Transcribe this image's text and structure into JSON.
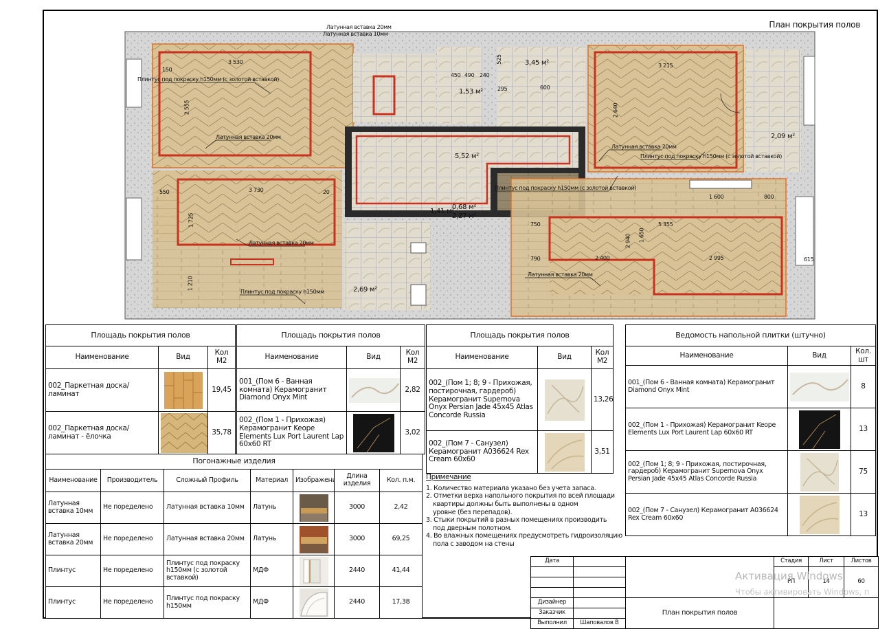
{
  "plan": {
    "title": "План покрытия полов",
    "areas": [
      "3,45 м²",
      "1,53 м²",
      "5,52 м²",
      "0,68 м²",
      "1,41 м²",
      "2,27 м²",
      "2,09 м²",
      "2,69 м²"
    ],
    "annotations": [
      "Латунная вставка 20мм",
      "Латунная вставка 10мм",
      "Плинтус под покраску h150мм (с золотой вставкой)",
      "Латунная вставка 20мм",
      "Латунная вставка 20мм",
      "Плинтус под покраску h150мм (с золотой вставкой)",
      "Латунная вставка 20мм",
      "Плинтус под покраску h150мм (с золотой вставкой)",
      "Латунная вставка 20мм",
      "Плинтус под покраску h150мм"
    ],
    "dimensions": [
      "3 530",
      "2 555",
      "3 730",
      "1 725",
      "1 210",
      "3 215",
      "2 640",
      "5 355",
      "2 940",
      "1 650",
      "2 400",
      "2 995",
      "1 600",
      "750",
      "550",
      "790",
      "800",
      "600",
      "450",
      "490",
      "240",
      "525",
      "295",
      "20",
      "150",
      "615"
    ]
  },
  "table1": {
    "caption": "Площадь покрытия полов",
    "headers": [
      "Наименование",
      "Вид",
      "Кол М2"
    ],
    "rows": [
      {
        "name": "002_Паркетная доска/ламинат",
        "qty": "19,45",
        "swatch": "parquet"
      },
      {
        "name": "002_Паркетная доска/ламинат - ёлочка",
        "qty": "35,78",
        "swatch": "herringbone"
      }
    ]
  },
  "table2": {
    "caption": "Площадь покрытия полов",
    "headers": [
      "Наименование",
      "Вид",
      "Кол М2"
    ],
    "rows": [
      {
        "name": "001_(Пом 6 - Ванная комната) Керамогранит Diamond Onyx Mint",
        "qty": "2,82",
        "swatch": "onyx-mint"
      },
      {
        "name": "002_(Пом 1 - Прихожая) Керамогранит Keope Elements Lux Port Laurent Lap 60x60 RT",
        "qty": "3,02",
        "swatch": "port-laurent"
      }
    ]
  },
  "table3": {
    "caption": "Площадь покрытия полов",
    "headers": [
      "Наименование",
      "Вид",
      "Кол М2"
    ],
    "rows": [
      {
        "name": "002_(Пом 1; 8; 9 - Прихожая, постирочная, гардероб) Керамогранит Supernova Onyx Persian Jade 45x45 Atlas Concorde Russia",
        "qty": "13,26",
        "swatch": "persian-jade"
      },
      {
        "name": "002_(Пом 7 - Санузел) Керамогранит А036624 Rex Cream 60x60",
        "qty": "3,51",
        "swatch": "rex-cream"
      }
    ]
  },
  "table4": {
    "caption": "Ведомость напольной плитки (штучно)",
    "headers": [
      "Наименование",
      "Вид",
      "Кол. шт"
    ],
    "rows": [
      {
        "name": "001_(Пом 6 - Ванная комната) Керамогранит Diamond Onyx Mint",
        "qty": "8",
        "swatch": "onyx-mint"
      },
      {
        "name": "002_(Пом 1 - Прихожая) Керамогранит Keope Elements Lux Port Laurent Lap 60x60 RT",
        "qty": "13",
        "swatch": "port-laurent"
      },
      {
        "name": "002_(Пом 1; 8; 9 - Прихожая, постирочная, гардероб) Керамогранит Supernova Onyx Persian Jade 45x45 Atlas Concorde Russia",
        "qty": "75",
        "swatch": "persian-jade"
      },
      {
        "name": "002_(Пом 7 - Санузел) Керамогранит А036624 Rex Cream 60x60",
        "qty": "13",
        "swatch": "rex-cream"
      }
    ]
  },
  "moldings": {
    "caption": "Погонажные изделия",
    "headers": [
      "Наименование",
      "Производитель",
      "Сложный Профиль",
      "Материал",
      "Изображение",
      "Длина изделия",
      "Кол. п.м."
    ],
    "rows": [
      {
        "name": "Латунная вставка 10мм",
        "maker": "Не поределено",
        "profile": "Латунная вставка 10мм",
        "material": "Латунь",
        "length": "3000",
        "qty": "2,42",
        "swatch": "brass10"
      },
      {
        "name": "Латунная вставка 20мм",
        "maker": "Не поределено",
        "profile": "Латунная вставка 20мм",
        "material": "Латунь",
        "length": "3000",
        "qty": "69,25",
        "swatch": "brass20"
      },
      {
        "name": "Плинтус",
        "maker": "Не поределено",
        "profile": "Плинтус под покраску h150мм (с золотой вставкой)",
        "material": "МДФ",
        "length": "2440",
        "qty": "41,44",
        "swatch": "plinth-gold"
      },
      {
        "name": "Плинтус",
        "maker": "Не поределено",
        "profile": "Плинтус под покраску h150мм",
        "material": "МДФ",
        "length": "2440",
        "qty": "17,38",
        "swatch": "plinth"
      }
    ]
  },
  "notes": {
    "title": "Примечание",
    "items": [
      "1. Количество материала указано без учета запаса.",
      "2. Отметки верха напольного покрытия по всей площади",
      "   квартиры должны быть выполнены в одном",
      "   уровне (без перепадов).",
      "3. Стыки покрытий в разных помещениях производить",
      "   под дверным полотном.",
      "4. Во влажных помещениях предусмотреть гидроизоляцию",
      "   пола с заводом на стены"
    ]
  },
  "stamp": {
    "date_label": "Дата",
    "stage_label": "Стадия",
    "sheet_label": "Лист",
    "sheets_label": "Листов",
    "stage": "РП",
    "sheet": "14",
    "sheets": "60",
    "designer_label": "Дизайнер",
    "customer_label": "Заказчик",
    "performer_label": "Выполнил",
    "performer": "Шаповалов В",
    "title": "План покрытия полов"
  },
  "watermark": {
    "line1": "Активация Windows",
    "line2": "Чтобы активировать Windows, п"
  },
  "colors": {
    "parquet": "#d8c296",
    "tile": "#ddd6c8",
    "wall": "#8a8a8a",
    "red_outline": "#c8321e",
    "orange": "#e07020",
    "dark_tile": "#2b2b2b"
  }
}
